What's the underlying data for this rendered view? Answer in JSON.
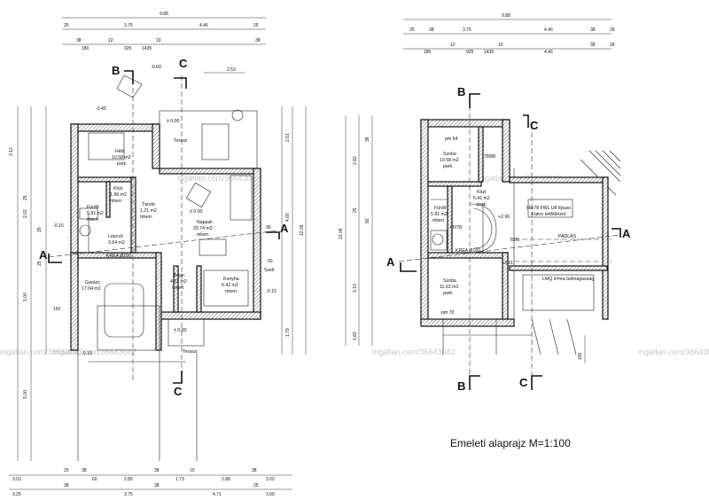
{
  "drawing_title": "Emeleti alaprajz  M=1:100",
  "watermark": "ingatlan.com/36643042",
  "section_markers": [
    "A",
    "B",
    "C"
  ],
  "ground_floor": {
    "rooms": [
      {
        "name": "Háló",
        "area": "10.58 m2",
        "floor": "park."
      },
      {
        "name": "Fürdő",
        "area": "5.81 m2",
        "floor": "mkerr."
      },
      {
        "name": "Közl.",
        "area": "1.96 m2",
        "floor": "mkerr."
      },
      {
        "name": "Tároló",
        "area": "1.21 m2",
        "floor": "mkerr."
      },
      {
        "name": "Lépcső",
        "area": "3.64 m2",
        "floor": ""
      },
      {
        "name": "Nappali",
        "area": "20.74 m2",
        "floor": "mkerr."
      },
      {
        "name": "Garázs",
        "area": "17.04 m2",
        "floor": ""
      },
      {
        "name": "Bejár.",
        "area": "4.02 m2",
        "floor": "mkerr."
      },
      {
        "name": "Konyha",
        "area": "6.42 m2",
        "floor": "mkerr."
      },
      {
        "name": "Terasz",
        "area": "",
        "floor": ""
      },
      {
        "name": "Szell.",
        "area": "",
        "floor": ""
      }
    ],
    "labels": {
      "krea": "KREA Ø160",
      "level_zero": "± 0.00",
      "level_neg": "-0.15",
      "level_neg60": "-0.60",
      "level_neg45": "-0.45"
    },
    "dims_top": [
      "9.88",
      "25",
      "3.75",
      "4.46",
      "25",
      "38",
      "180",
      "12",
      "925",
      "1435",
      "10",
      "38",
      "2.53"
    ],
    "dims_bottom": [
      "3.03",
      "25",
      "38",
      "60",
      "2.85",
      "38",
      "1.73",
      "10",
      "2.88",
      "38",
      "3.09",
      "3.25",
      "38",
      "3.75",
      "38",
      "4.71",
      "25",
      "3.09"
    ],
    "dims_left": [
      "3.12",
      "25",
      "2.02",
      "25",
      "5.00",
      "5.00",
      "25",
      "150"
    ],
    "dims_right": [
      "2.61",
      "4.65",
      "12.09",
      "1.79",
      "25",
      "90",
      "60"
    ]
  },
  "upper_floor": {
    "rooms": [
      {
        "name": "Szoba",
        "area": "10.58 m2",
        "floor": "park."
      },
      {
        "name": "Közl.",
        "area": "6.41 m2",
        "floor": "park."
      },
      {
        "name": "Fürdő",
        "area": "5.81 m2",
        "floor": "mkerr."
      },
      {
        "name": "Szoba",
        "area": "11.63 m2",
        "floor": "park."
      },
      {
        "name": "PADLÁS",
        "area": "",
        "floor": ""
      }
    ],
    "labels": {
      "velux": "66x78 FWL U8 típusú",
      "velux2": "Fakro tetőkibúvó",
      "loft": "LMQ m=ea belmagasság",
      "pm64": "pm 64",
      "pm70": "pm 70",
      "krea": "KREA Ø160",
      "door": "78/88",
      "door2": "66/78",
      "l296": "+2.96",
      "l301": "+3.01",
      "s825": "82/5"
    },
    "dims_top": [
      "9.88",
      "25",
      "38",
      "3.75",
      "4.46",
      "38",
      "28",
      "180",
      "12",
      "925",
      "1435",
      "10",
      "4.46",
      "38",
      "28"
    ],
    "dims_left": [
      "12.06",
      "2.82",
      "3.10",
      "1.82",
      "25",
      "92",
      "38"
    ],
    "dims_right": [
      "150"
    ]
  }
}
